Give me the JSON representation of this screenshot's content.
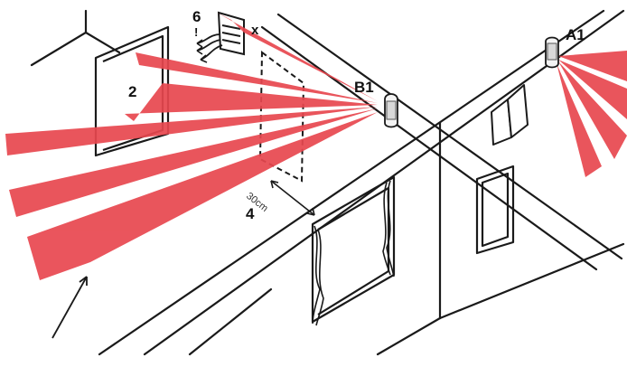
{
  "labels": {
    "item_6": "6",
    "exclaim": "!",
    "x_mark": "x",
    "item_2": "2",
    "sensor_b1": "B1",
    "sensor_a1": "A1",
    "item_4": "4",
    "distance": "30cm"
  },
  "colors": {
    "beam": "#e8474f",
    "line": "#1a1a1a",
    "background": "#ffffff"
  }
}
